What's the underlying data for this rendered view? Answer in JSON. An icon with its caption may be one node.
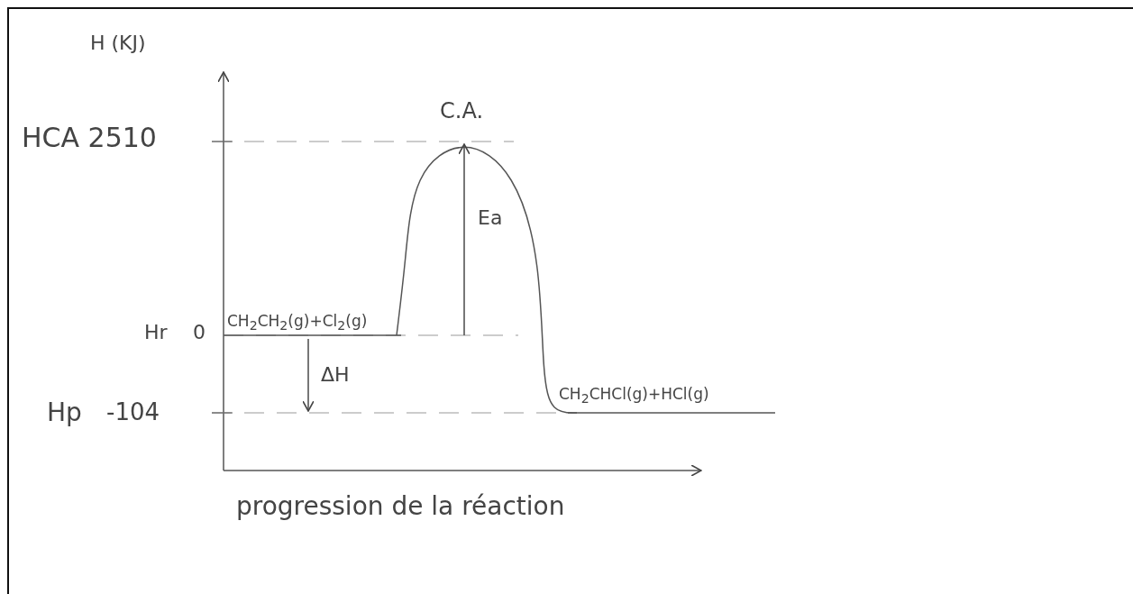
{
  "diagram": {
    "labels": [
      "H (KJ)",
      "HCA 2510",
      "C.A.",
      "Ea",
      "Hr",
      "0",
      "CH$_{2}$CH$_{2}$(g)+Cl$_{2}$(g)",
      "ΔH",
      "Hp",
      "-104",
      "CH$_{2}$CHCl(g)+HCl(g)",
      "progression de la réaction"
    ]
  }
}
